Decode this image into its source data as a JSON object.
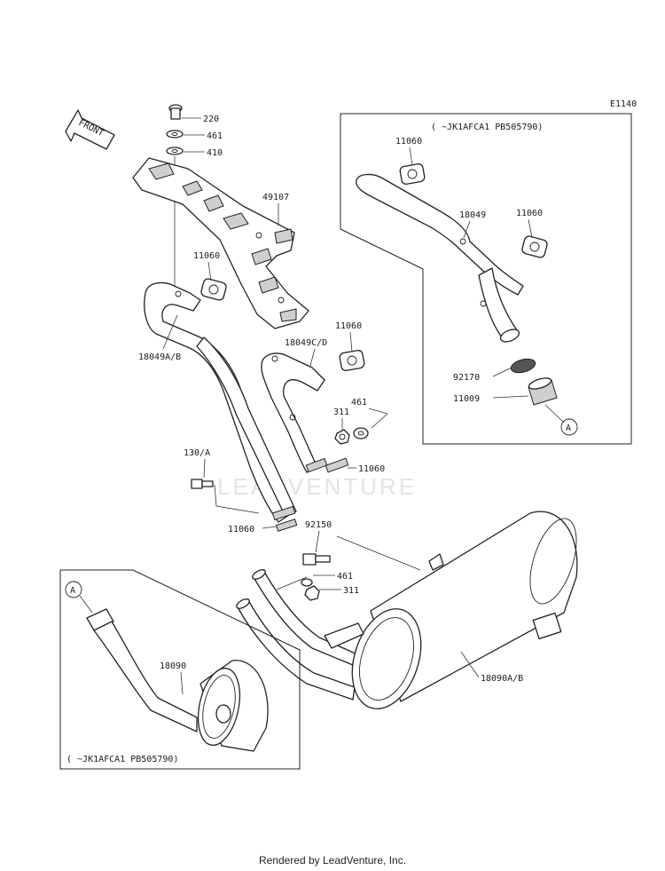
{
  "diagram_code": "E1140",
  "front_label": "FRONT",
  "watermark": "LEADVENTURE",
  "footer": "Rendered by LeadVenture, Inc.",
  "inset_top": {
    "applicability": "(   ~JK1AFCA1 PB505790)",
    "labels": {
      "gasket_a": "11060",
      "pipe": "18049",
      "gasket_b": "11060",
      "clamp": "92170",
      "joint": "11009"
    },
    "ref": "A"
  },
  "inset_bottom": {
    "applicability": "(   ~JK1AFCA1 PB505790)",
    "labels": {
      "muffler": "18090"
    },
    "ref": "A"
  },
  "main_labels": {
    "bolt_220": "220",
    "washer_461_top": "461",
    "washer_410": "410",
    "cover_49107": "49107",
    "gasket_11060_a": "11060",
    "pipe_18049ab": "18049A/B",
    "gasket_11060_b": "11060",
    "pipe_18049cd": "18049C/D",
    "washer_461_mid": "461",
    "nut_311_mid": "311",
    "bolt_130a": "130/A",
    "gasket_11060_c": "11060",
    "gasket_11060_d": "11060",
    "bolt_92150": "92150",
    "washer_461_low": "461",
    "nut_311_low": "311",
    "muffler_18090ab": "18090A/B"
  }
}
